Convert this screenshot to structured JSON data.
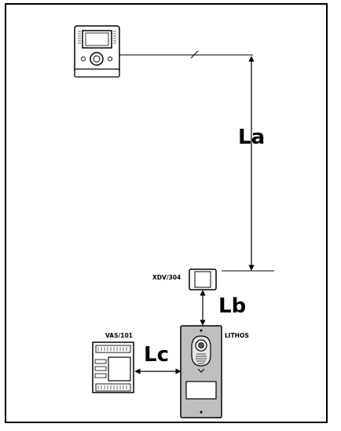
{
  "labels": {
    "la": "La",
    "lb": "Lb",
    "lc": "Lc",
    "xdv": "XDV/304",
    "vas": "VAS/101",
    "lithos": "LITHOS"
  },
  "icons": {
    "monitor": "video-monitor-icon",
    "interface": "xdv-interface-icon",
    "power_supply": "din-power-supply-icon",
    "door_panel": "lithos-door-panel-icon"
  },
  "colors": {
    "line": "#000000",
    "panel": "#bfbfbf",
    "device": "#ffffff"
  }
}
